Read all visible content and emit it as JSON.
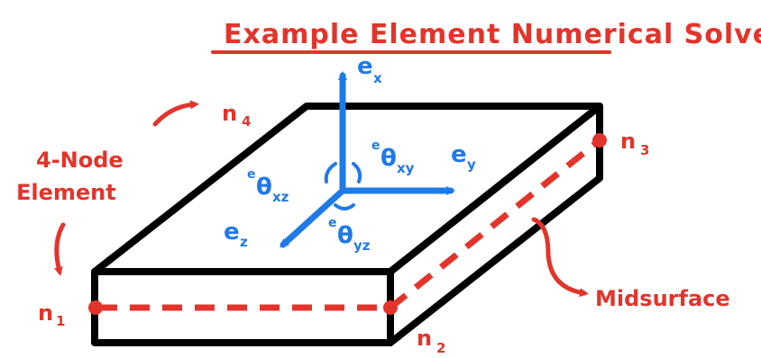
{
  "title": "Example Element Numerical Solved",
  "labels": {
    "element_type_line1": "4-Node",
    "element_type_line2": "Element",
    "midsurface": "Midsurface",
    "n1": "n",
    "n1_sub": "1",
    "n2": "n",
    "n2_sub": "2",
    "n3": "n",
    "n3_sub": "3",
    "n4": "n",
    "n4_sub": "4",
    "ex": "e",
    "ex_sub": "x",
    "ey": "e",
    "ey_sub": "y",
    "ez": "e",
    "ez_sub": "z",
    "theta_xy_sup": "e",
    "theta_xy": "θ",
    "theta_xy_sub": "xy",
    "theta_xz_sup": "e",
    "theta_xz": "θ",
    "theta_xz_sub": "xz",
    "theta_yz_sup": "e",
    "theta_yz": "θ",
    "theta_yz_sub": "yz"
  },
  "colors": {
    "red": "#e3342b",
    "blue": "#1f7ae8",
    "black": "#000000"
  }
}
